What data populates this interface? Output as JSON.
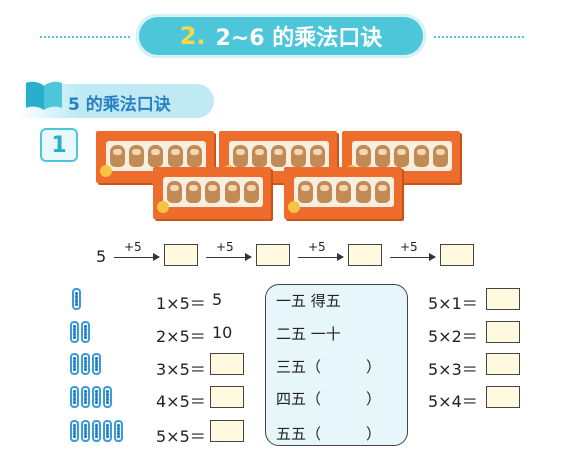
{
  "title": {
    "number": "2.",
    "text": "2~6 的乘法口诀"
  },
  "section": {
    "label": "5 的乘法口诀",
    "number": "1"
  },
  "sequence": {
    "start": "5",
    "steps": [
      "+5",
      "+5",
      "+5",
      "+5"
    ]
  },
  "equations": [
    {
      "text": "1×5＝",
      "answer": "5"
    },
    {
      "text": "2×5＝",
      "answer": "10"
    },
    {
      "text": "3×5＝",
      "answer": ""
    },
    {
      "text": "4×5＝",
      "answer": ""
    },
    {
      "text": "5×5＝",
      "answer": ""
    }
  ],
  "verses": [
    "一五 得五",
    "二五 一十",
    "三五（　　　）",
    "四五（　　　）",
    "五五（　　　）"
  ],
  "right_equations": [
    "5×1＝",
    "5×2＝",
    "5×3＝",
    "5×4＝"
  ],
  "colors": {
    "accent": "#4ec6da",
    "box": "#ee6d2c",
    "answer_blank": "#fff9e0"
  }
}
